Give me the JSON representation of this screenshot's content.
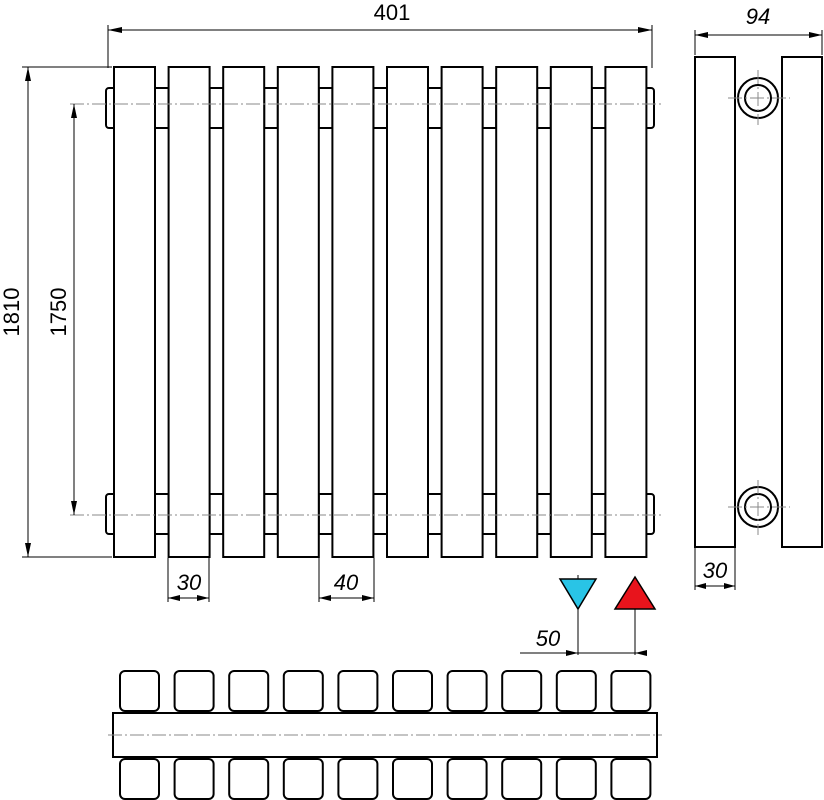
{
  "dimensions": {
    "overall_width": "401",
    "overall_height": "1810",
    "axis_distance": "1750",
    "depth": "94",
    "section_width": "30",
    "section_pitch": "40",
    "side_section_depth": "30",
    "connection_offset": "50"
  },
  "radiator": {
    "sections": 10
  },
  "connections": {
    "supply_color": "#e8141c",
    "return_color": "#29c4e6"
  }
}
